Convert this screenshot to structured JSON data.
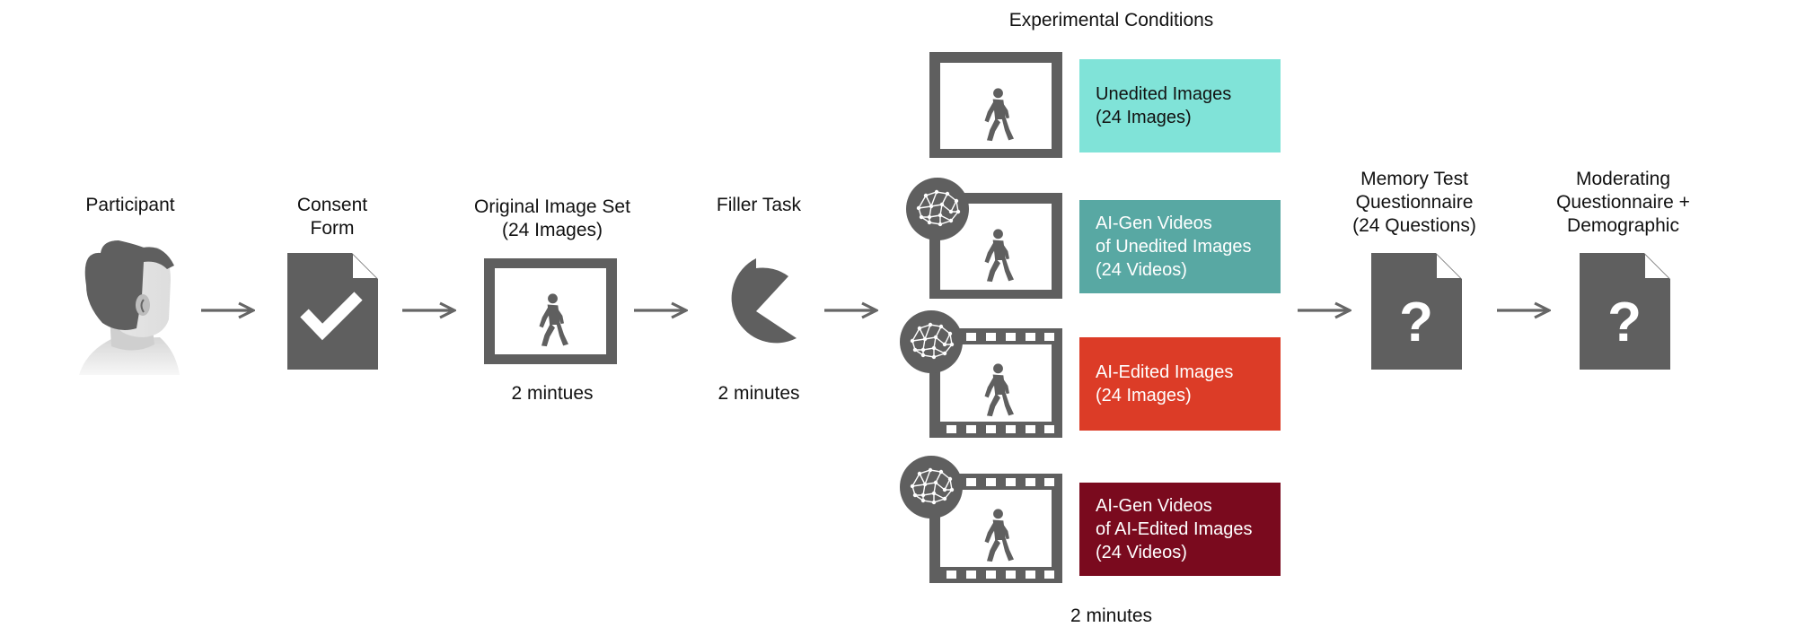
{
  "steps": {
    "participant": {
      "label": "Participant"
    },
    "consent": {
      "label": "Consent\nForm"
    },
    "original": {
      "label": "Original Image Set\n(24 Images)",
      "duration": "2 mintues"
    },
    "filler": {
      "label": "Filler Task",
      "duration": "2 minutes"
    },
    "memory": {
      "label": "Memory Test\nQuestionnaire\n(24 Questions)",
      "glyph": "?"
    },
    "moderating": {
      "label": "Moderating\nQuestionnaire +\nDemographic",
      "glyph": "?"
    }
  },
  "conditions": {
    "title": "Experimental Conditions",
    "duration": "2 minutes",
    "items": [
      {
        "label": "Unedited Images\n(24 Images)",
        "color": "#80e3d8",
        "text_color": "#111111",
        "icon": "image-frame-icon"
      },
      {
        "label": "AI-Gen Videos\nof Unedited Images\n(24 Videos)",
        "color": "#58a8a3",
        "text_color": "#ffffff",
        "icon": "ai-image-frame-icon"
      },
      {
        "label": "AI-Edited Images\n(24 Images)",
        "color": "#dc3c27",
        "text_color": "#ffffff",
        "icon": "ai-film-frame-icon"
      },
      {
        "label": "AI-Gen Videos\nof AI-Edited Images\n(24 Videos)",
        "color": "#7a0a1e",
        "text_color": "#ffffff",
        "icon": "ai-film-frame-icon"
      }
    ]
  },
  "colors": {
    "icon_gray": "#5f5f5f",
    "arrow_gray": "#666666"
  }
}
